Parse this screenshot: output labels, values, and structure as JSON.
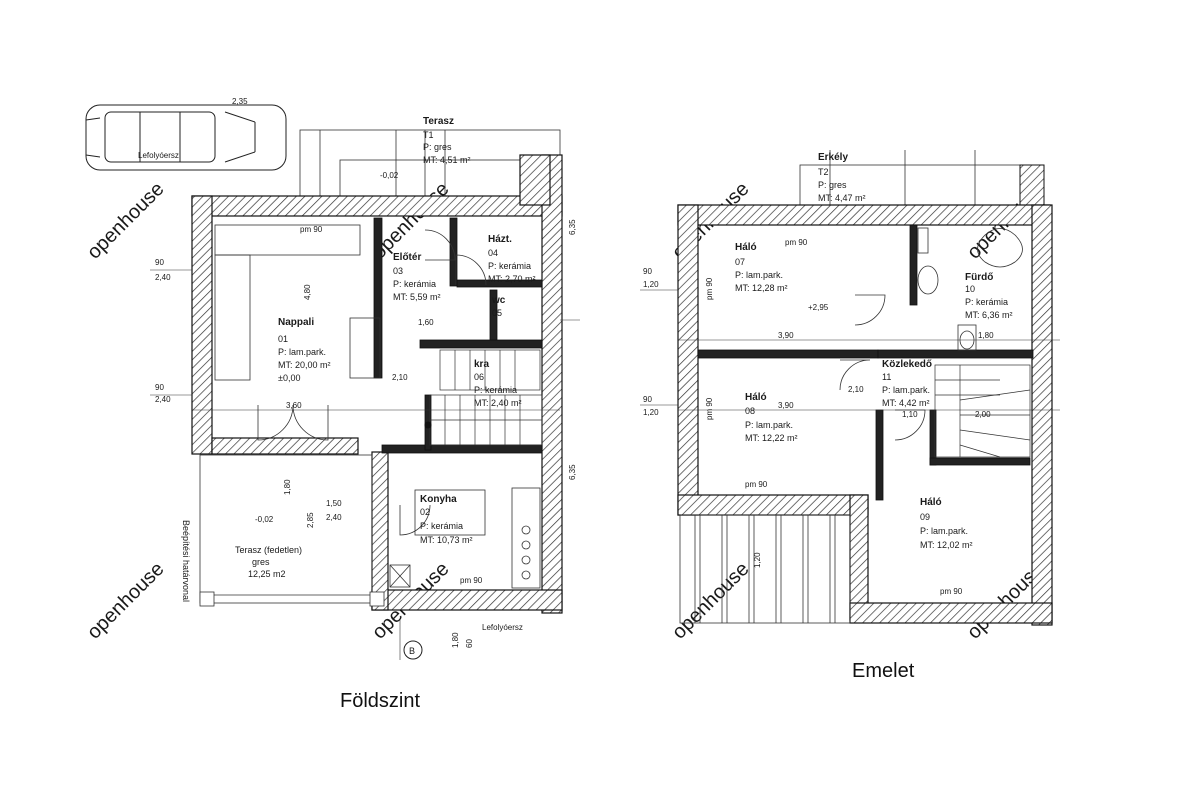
{
  "captions": {
    "ground": "Földszint",
    "upper": "Emelet"
  },
  "watermark": "openhouse",
  "ground": {
    "terrace_top": {
      "name": "Terasz",
      "code": "T1",
      "mat": "P:      gres",
      "area": "MT: 4,51 m²"
    },
    "vestibule": {
      "name": "Előtér",
      "code": "03",
      "mat": "P:   kerámia",
      "area": "MT: 5,59 m²"
    },
    "utility": {
      "name": "Házt.",
      "code": "04",
      "mat": "P:   kerámia",
      "area": "MT: 2,70 m²"
    },
    "wc": {
      "name": "wc",
      "code": "05"
    },
    "living": {
      "name": "Nappali",
      "code": "01",
      "mat": "P:   lam.park.",
      "area": "MT: 20,00 m²",
      "level": "±0,00"
    },
    "pantry": {
      "name": "kra",
      "code": "06",
      "mat": "P:   kerámia",
      "area": "MT: 2,40 m²"
    },
    "kitchen": {
      "name": "Konyha",
      "code": "02",
      "mat": "P:   kerámia",
      "area": "MT: 10,73 m²"
    },
    "terrace_cov": {
      "name": "Terasz (fedetlen)",
      "mat": "gres",
      "area": "12,25 m2",
      "level": "-0,02"
    },
    "level_top": "-0,02",
    "gutter": "Lefolyóersz",
    "gutter2": "Lefolyóersz",
    "boundary": "Beépítési határvonal",
    "axis_b": "B",
    "dims": {
      "d_90a": "90",
      "d_240a": "2,40",
      "d_90b": "90",
      "d_240b": "2,40",
      "d_360": "3,60",
      "d_480": "4,80",
      "d_160": "1,60",
      "d_150": "1,50",
      "d_180": "1,80",
      "d_285": "2,85",
      "d_210": "2,10",
      "d_635": "6,35",
      "d_635b": "6,35",
      "d_sz1": "1,80",
      "d_60": "60",
      "d_pm90a": "pm 90",
      "d_pm90b": "pm 90",
      "d_240c": "2,40"
    }
  },
  "upper": {
    "balcony": {
      "name": "Erkély",
      "code": "T2",
      "mat": "P:      gres",
      "area": "MT: 4,47 m²"
    },
    "bed1": {
      "name": "Háló",
      "code": "07",
      "mat": "P:   lam.park.",
      "area": "MT: 12,28 m²",
      "level": "+2,95"
    },
    "bath": {
      "name": "Fürdő",
      "code": "10",
      "mat": "P:   kerámia",
      "area": "MT: 6,36 m²"
    },
    "hall": {
      "name": "Közlekedő",
      "code": "11",
      "mat": "P:   lam.park.",
      "area": "MT: 4,42 m²"
    },
    "bed2": {
      "name": "Háló",
      "code": "08",
      "mat": "P:   lam.park.",
      "area": "MT: 12,22 m²"
    },
    "bed3": {
      "name": "Háló",
      "code": "09",
      "mat": "P:   lam.park.",
      "area": "MT: 12,02 m²"
    },
    "dims": {
      "d_90a": "90",
      "d_120a": "1,20",
      "d_90b": "90",
      "d_120b": "1,20",
      "d_390a": "3,90",
      "d_390b": "3,90",
      "d_180": "1,80",
      "d_110": "1,10",
      "d_200": "2,00",
      "d_pm90a": "pm 90",
      "d_pm90b": "pm 90",
      "d_pm90c": "pm 90",
      "d_pm90d": "pm 90",
      "d_pm90e": "pm 90",
      "d_120c": "1,20",
      "d_210": "2,10"
    }
  }
}
